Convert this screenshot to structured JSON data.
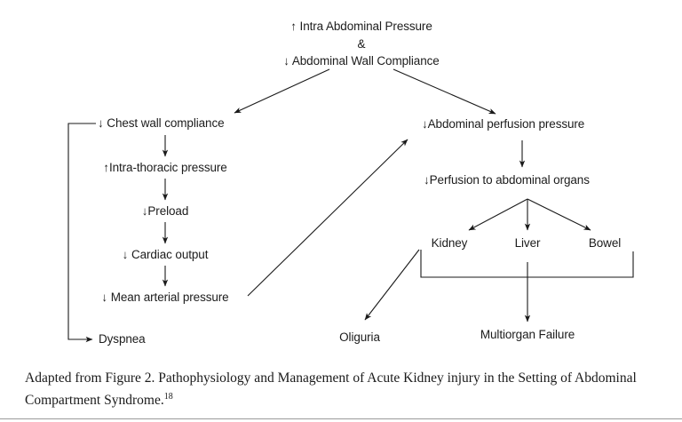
{
  "figure": {
    "type": "flowchart",
    "orientation": "top-down",
    "background_color": "#ffffff",
    "line_color": "#1a1a1a",
    "text_color": "#1c1c1c"
  },
  "nodes": {
    "root_line1": "↑ Intra Abdominal Pressure",
    "root_line2": "&",
    "root_line3": "↓ Abdominal Wall Compliance",
    "chest_wall_compliance": "↓ Chest wall compliance",
    "intra_thoracic_pressure": "↑Intra-thoracic pressure",
    "preload": "↓Preload",
    "cardiac_output": "↓ Cardiac output",
    "mean_arterial_pressure": "↓ Mean arterial pressure",
    "dyspnea": "Dyspnea",
    "abdominal_perfusion_pressure": "↓Abdominal perfusion pressure",
    "perfusion_abdominal_organs": "↓Perfusion to abdominal organs",
    "kidney": "Kidney",
    "liver": "Liver",
    "bowel": "Bowel",
    "oliguria": "Oliguria",
    "multiorgan_failure": "Multiorgan Failure"
  },
  "edges": [
    {
      "from": "root",
      "to": "chest_wall_compliance",
      "style": "diagonal-arrow"
    },
    {
      "from": "root",
      "to": "abdominal_perfusion_pressure",
      "style": "diagonal-arrow"
    },
    {
      "from": "chest_wall_compliance",
      "to": "intra_thoracic_pressure",
      "style": "vertical-arrow"
    },
    {
      "from": "intra_thoracic_pressure",
      "to": "preload",
      "style": "vertical-arrow"
    },
    {
      "from": "preload",
      "to": "cardiac_output",
      "style": "vertical-arrow"
    },
    {
      "from": "cardiac_output",
      "to": "mean_arterial_pressure",
      "style": "vertical-arrow"
    },
    {
      "from": "chest_wall_compliance",
      "to": "dyspnea",
      "style": "bracket-arrow-left"
    },
    {
      "from": "mean_arterial_pressure",
      "to": "abdominal_perfusion_pressure",
      "style": "long-diagonal-arrow"
    },
    {
      "from": "abdominal_perfusion_pressure",
      "to": "perfusion_abdominal_organs",
      "style": "vertical-arrow"
    },
    {
      "from": "perfusion_abdominal_organs",
      "to": "kidney",
      "style": "fan-arrow"
    },
    {
      "from": "perfusion_abdominal_organs",
      "to": "liver",
      "style": "fan-arrow"
    },
    {
      "from": "perfusion_abdominal_organs",
      "to": "bowel",
      "style": "fan-arrow"
    },
    {
      "from": "kidney",
      "to": "oliguria",
      "style": "diagonal-arrow"
    },
    {
      "from": "kidney_liver_bowel_bracket",
      "to": "multiorgan_failure",
      "style": "bracket-arrow-down"
    }
  ],
  "caption": {
    "text": "Adapted from Figure 2. Pathophysiology and Management of Acute Kidney injury in the Setting of Abdominal Compartment Syndrome.",
    "reference": "18"
  }
}
